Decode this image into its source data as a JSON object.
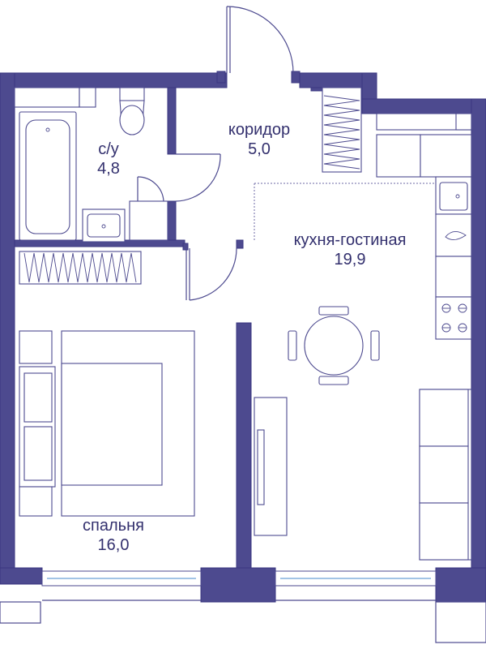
{
  "rooms": [
    {
      "name": "с/у",
      "area": "4,8"
    },
    {
      "name": "коридор",
      "area": "5,0"
    },
    {
      "name": "кухня-гостиная",
      "area": "19,9"
    },
    {
      "name": "спальня",
      "area": "16,0"
    }
  ],
  "colors": {
    "wall": "#4d4a8f",
    "text": "#33306e",
    "window_glass": "#6aa0d8"
  }
}
